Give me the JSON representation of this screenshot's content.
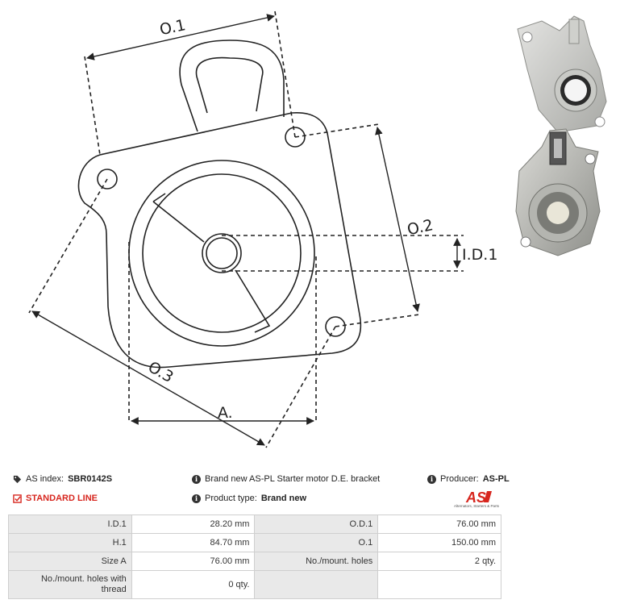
{
  "drawing": {
    "labels": {
      "o1": "O.1",
      "o2": "O.2",
      "o3": "O.3",
      "id1": "I.D.1",
      "a": "A."
    }
  },
  "photos": {
    "top": "bracket-photo-front",
    "bottom": "bracket-photo-rear"
  },
  "info": {
    "as_index_label": "AS index:",
    "as_index_value": "SBR0142S",
    "description": "Brand new AS-PL Starter motor D.E. bracket",
    "producer_label": "Producer:",
    "producer_value": "AS-PL",
    "standard_line": "STANDARD LINE",
    "product_type_label": "Product type:",
    "product_type_value": "Brand new"
  },
  "logo": {
    "text": "AS",
    "tagline": "Alternators, Starters & Parts",
    "color": "#d7261e"
  },
  "specs": {
    "rows": [
      {
        "l1": "I.D.1",
        "v1": "28.20 mm",
        "l2": "O.D.1",
        "v2": "76.00 mm"
      },
      {
        "l1": "H.1",
        "v1": "84.70 mm",
        "l2": "O.1",
        "v2": "150.00 mm"
      },
      {
        "l1": "Size A",
        "v1": "76.00 mm",
        "l2": "No./mount. holes",
        "v2": "2 qty."
      },
      {
        "l1": "No./mount. holes with thread",
        "v1": "0 qty.",
        "l2": "",
        "v2": ""
      }
    ]
  }
}
